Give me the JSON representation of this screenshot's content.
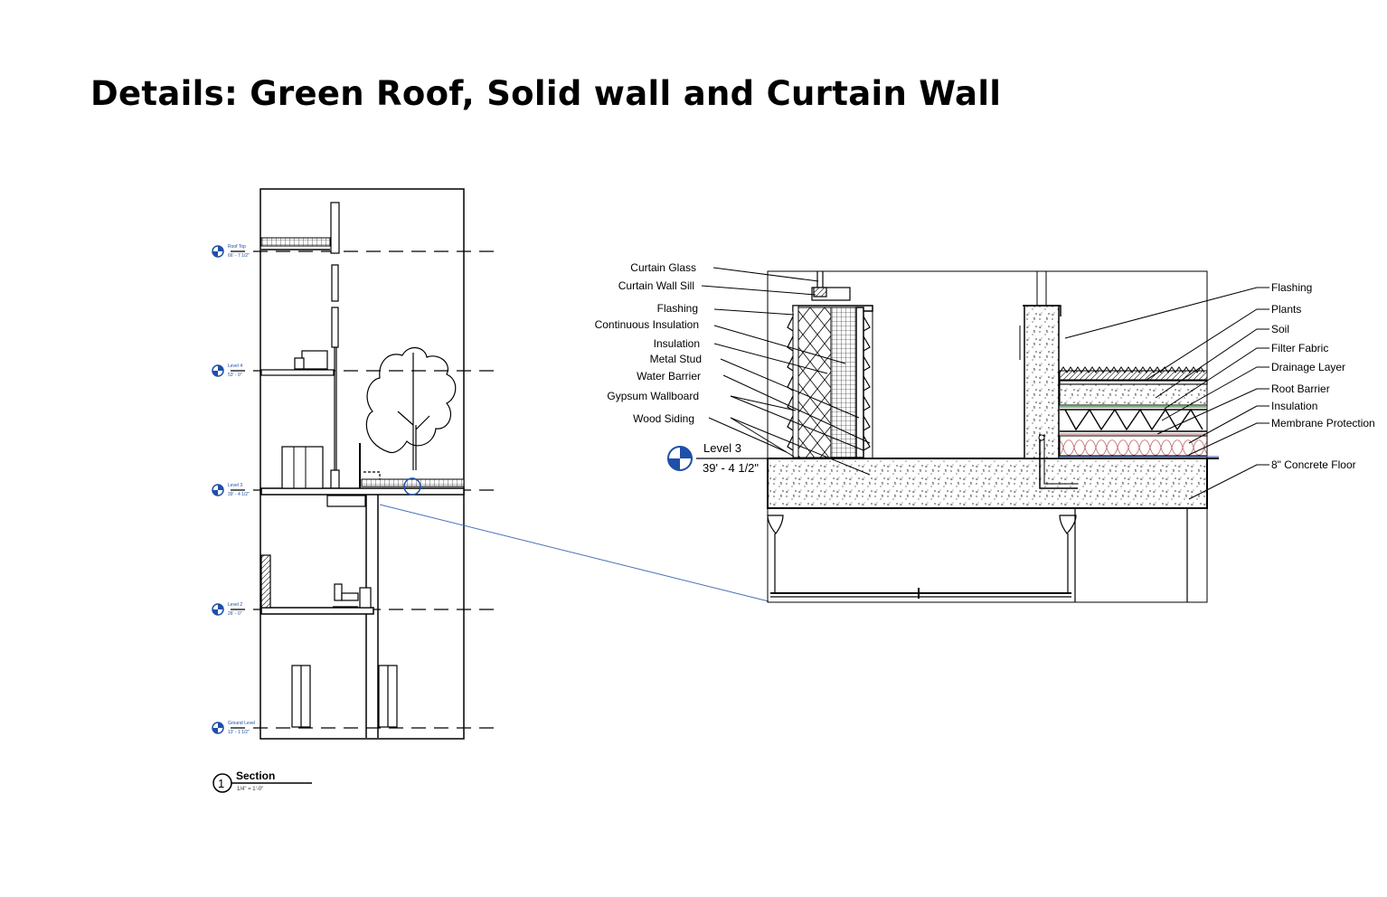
{
  "title": "Details: Green Roof, Solid wall and Curtain Wall",
  "section_tag": {
    "number": "1",
    "name": "Section",
    "scale": "1/4\" = 1'-0\""
  },
  "section_levels": [
    {
      "name": "Roof Top",
      "elevation": "66' - 7 1/2\""
    },
    {
      "name": "Level 4",
      "elevation": "53' - 0\""
    },
    {
      "name": "Level 3",
      "elevation": "39' - 4 1/2\""
    },
    {
      "name": "Level 2",
      "elevation": "26' - 0\""
    },
    {
      "name": "Ground Level",
      "elevation": "13' - 1 1/2\""
    }
  ],
  "detail_level": {
    "name": "Level 3",
    "elevation": "39' - 4 1/2\""
  },
  "wall_labels": [
    "Curtain Glass",
    "Curtain Wall Sill",
    "Flashing",
    "Continuous Insulation",
    "Insulation",
    "Metal Stud",
    "Water Barrier",
    "Gypsum Wallboard",
    "Wood Siding"
  ],
  "roof_labels": [
    "Flashing",
    "Plants",
    "Soil",
    "Filter Fabric",
    "Drainage Layer",
    "Root Barrier",
    "Insulation",
    "Membrane Protection",
    "8\" Concrete Floor"
  ],
  "colors": {
    "level_marker": "#1f4fa8",
    "callout_line": "#4a6fb5"
  }
}
